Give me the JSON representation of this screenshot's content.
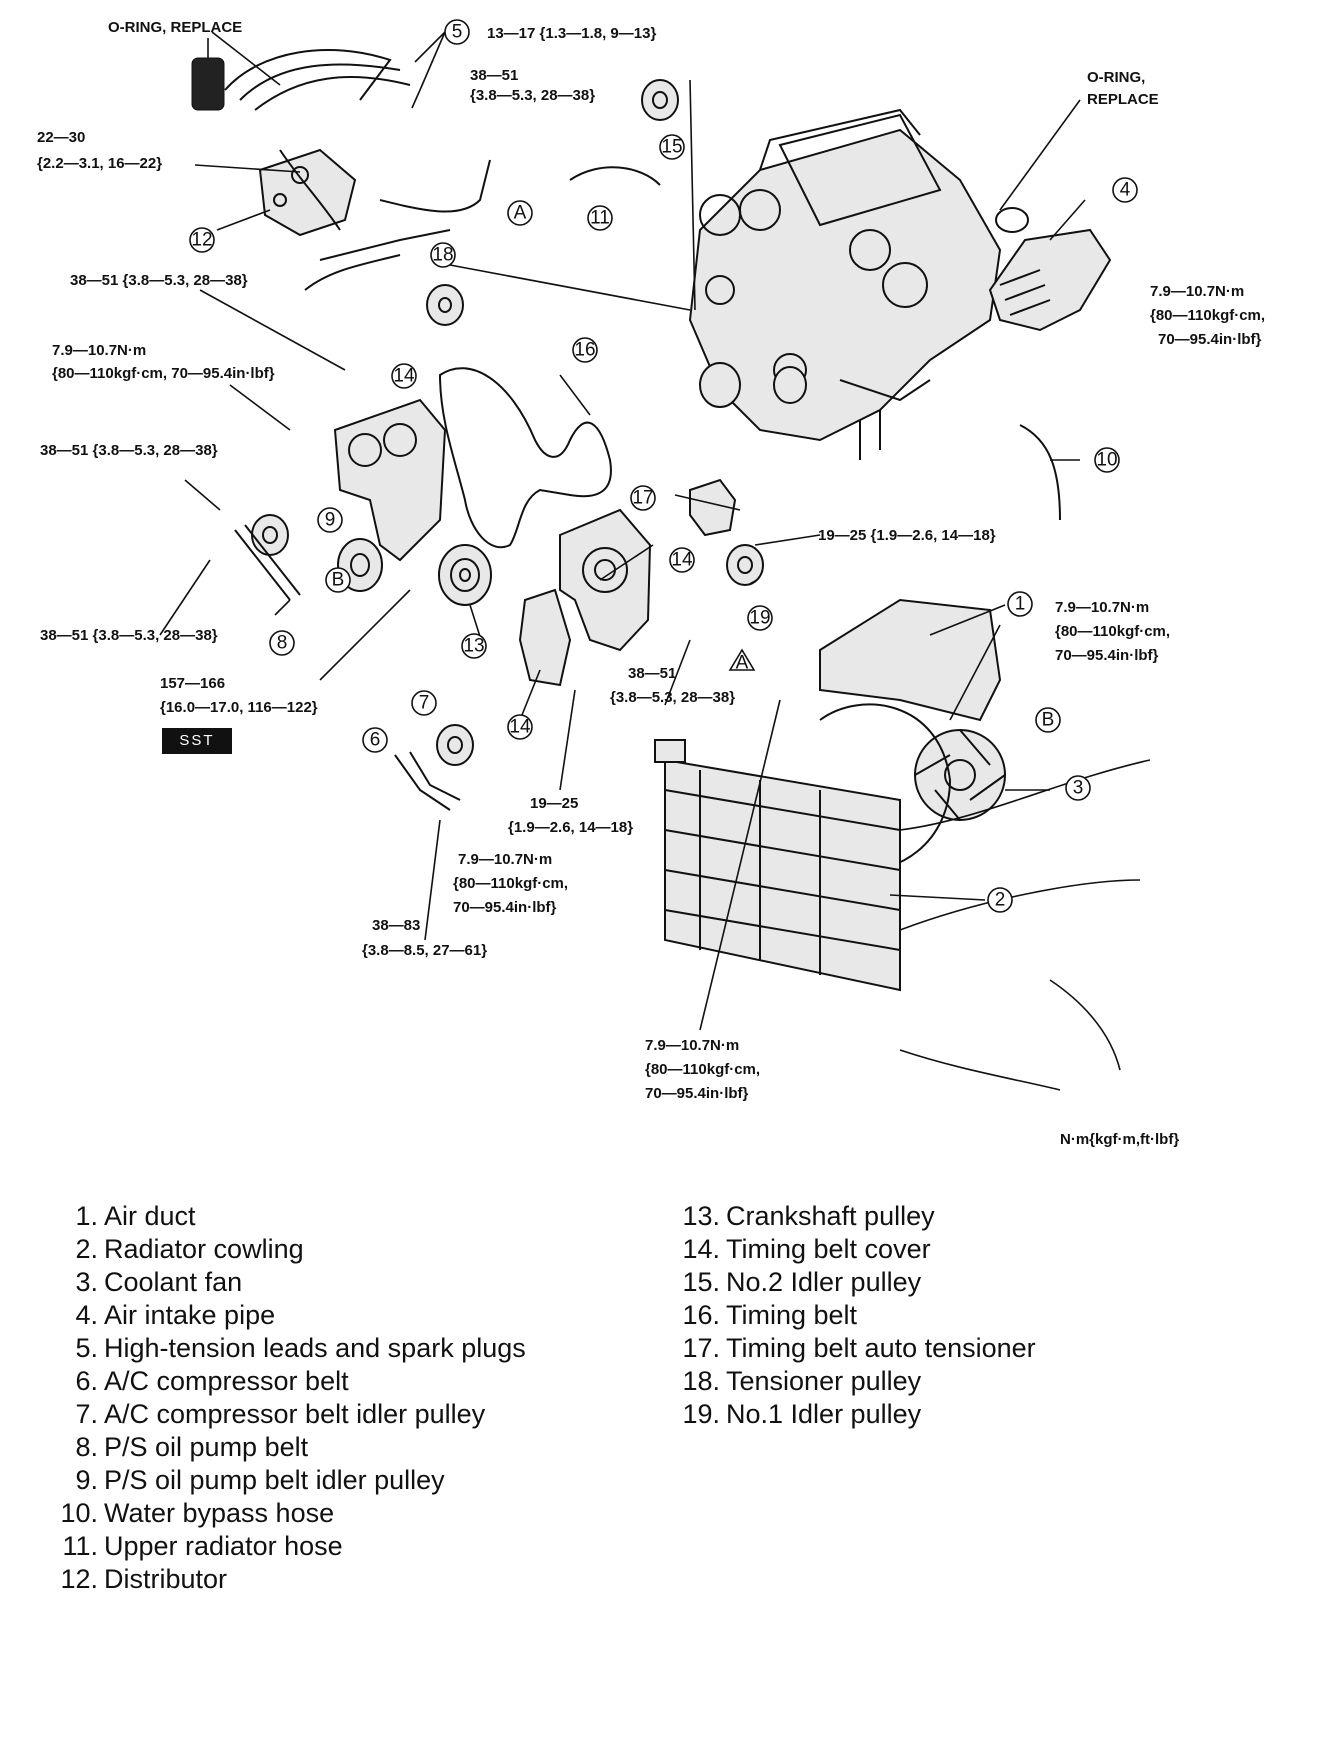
{
  "diagram": {
    "labels": {
      "oring_top": "O-RING, REPLACE",
      "oring_right_1": "O-RING,",
      "oring_right_2": "REPLACE",
      "t_13_17": "13—17 {1.3—1.8, 9—13}",
      "t_38_51_a1": "38—51",
      "t_38_51_a2": "{3.8—5.3, 28—38}",
      "t_22_30_1": "22—30",
      "t_22_30_2": "{2.2—3.1, 16—22}",
      "t_38_51_b": "38—51 {3.8—5.3, 28—38}",
      "t_79_a1": "7.9—10.7N·m",
      "t_79_a2": "{80—110kgf·cm, 70—95.4in·lbf}",
      "t_38_51_c": "38—51 {3.8—5.3, 28—38}",
      "t_38_51_d": "38—51 {3.8—5.3, 28—38}",
      "t_157_1": "157—166",
      "t_157_2": "{16.0—17.0, 116—122}",
      "sst": "SST",
      "t_79_r1": "7.9—10.7N·m",
      "t_79_r2": "{80—110kgf·cm,",
      "t_79_r3": "70—95.4in·lbf}",
      "t_19_25_a": "19—25 {1.9—2.6, 14—18}",
      "t_79_m1": "7.9—10.7N·m",
      "t_79_m2": "{80—110kgf·cm,",
      "t_79_m3": "70—95.4in·lbf}",
      "t_38_51_e1": "38—51",
      "t_38_51_e2": "{3.8—5.3, 28—38}",
      "t_19_25_b1": "19—25",
      "t_19_25_b2": "{1.9—2.6, 14—18}",
      "t_79_c1": "7.9—10.7N·m",
      "t_79_c2": "{80—110kgf·cm,",
      "t_79_c3": "70—95.4in·lbf}",
      "t_38_83_1": "38—83",
      "t_38_83_2": "{3.8—8.5, 27—61}",
      "t_79_b1": "7.9—10.7N·m",
      "t_79_b2": "{80—110kgf·cm,",
      "t_79_b3": "70—95.4in·lbf}",
      "units": "N·m{kgf·m,ft·lbf}"
    },
    "callouts": {
      "c1": "1",
      "c2": "2",
      "c3": "3",
      "c4": "4",
      "c5": "5",
      "c6": "6",
      "c7": "7",
      "c8": "8",
      "c9": "9",
      "c10": "10",
      "c11": "11",
      "c12": "12",
      "c13": "13",
      "c14a": "14",
      "c14b": "14",
      "c14c": "14",
      "c15": "15",
      "c16": "16",
      "c17": "17",
      "c18": "18",
      "c19": "19",
      "cA1": "A",
      "cA2": "A",
      "cB1": "B",
      "cB2": "B"
    }
  },
  "legend": {
    "left": [
      {
        "num": "1.",
        "text": "Air duct"
      },
      {
        "num": "2.",
        "text": "Radiator cowling"
      },
      {
        "num": "3.",
        "text": "Coolant fan"
      },
      {
        "num": "4.",
        "text": "Air intake pipe"
      },
      {
        "num": "5.",
        "text": "High-tension leads and spark plugs"
      },
      {
        "num": "6.",
        "text": "A/C compressor belt"
      },
      {
        "num": "7.",
        "text": "A/C compressor belt idler pulley"
      },
      {
        "num": "8.",
        "text": "P/S oil pump belt"
      },
      {
        "num": "9.",
        "text": "P/S oil pump belt idler pulley"
      },
      {
        "num": "10.",
        "text": "Water bypass hose"
      },
      {
        "num": "11.",
        "text": "Upper radiator hose"
      },
      {
        "num": "12.",
        "text": "Distributor"
      }
    ],
    "right": [
      {
        "num": "13.",
        "text": "Crankshaft pulley"
      },
      {
        "num": "14.",
        "text": "Timing belt cover"
      },
      {
        "num": "15.",
        "text": "No.2 Idler pulley"
      },
      {
        "num": "16.",
        "text": "Timing belt"
      },
      {
        "num": "17.",
        "text": "Timing belt auto tensioner"
      },
      {
        "num": "18.",
        "text": "Tensioner pulley"
      },
      {
        "num": "19.",
        "text": "No.1 Idler pulley"
      }
    ]
  }
}
